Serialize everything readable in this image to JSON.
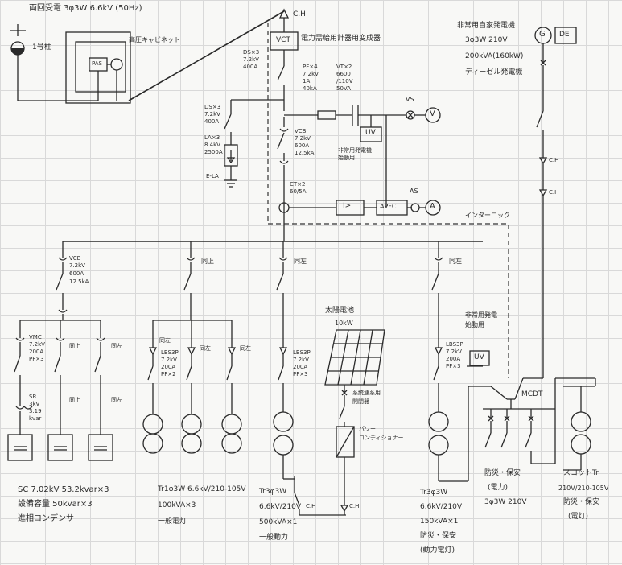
{
  "power_source": "両回受電 3φ3W 6.6kV (50Hz)",
  "pole": "1号柱",
  "cabinet": "高圧キャビネット",
  "cabinet_switch": "PAS",
  "gen_title": "非常用自家発電機",
  "gen_spec1": "3φ3W 210V",
  "gen_spec2": "200kVA(160kW)",
  "gen_spec3": "ディーゼル発電機",
  "gen_symbol": "G",
  "gen_engine": "DE",
  "ch_label": "C.H",
  "vct": "VCT",
  "vct_desc": "電力需給用計器用変成器",
  "ds_main_1": "DS×3",
  "ds_main_2": "7.2kV",
  "ds_main_3": "400A",
  "pf_1": "PF×4",
  "pf_2": "7.2kV",
  "pf_3": "1A",
  "pf_4": "40kA",
  "vt_1": "VT×2",
  "vt_2": "6600",
  "vt_3": "/110V",
  "vt_4": "50VA",
  "vs": "VS",
  "v_meter": "V",
  "ds_la_1": "DS×3",
  "ds_la_2": "7.2kV",
  "ds_la_3": "400A",
  "la_1": "LA×3",
  "la_2": "8.4kV",
  "la_3": "2500A",
  "ela": "E-LA",
  "vcb_main_1": "VCB",
  "vcb_main_2": "7.2kV",
  "vcb_main_3": "600A",
  "vcb_main_4": "12.5kA",
  "uv_relay": "UV",
  "auto_start_1": "非常用発電機",
  "auto_start_2": "始動用",
  "ct_1": "CT×2",
  "ct_2": "60/5A",
  "ocr": "I>",
  "apfc": "APFC",
  "as": "AS",
  "a_meter": "A",
  "interlock": "インターロック",
  "vcb_f1_1": "VCB",
  "vcb_f1_2": "7.2kV",
  "vcb_f1_3": "600A",
  "vcb_f1_4": "12.5kA",
  "same_above": "同左",
  "same": "同上",
  "vmc_1": "VMC",
  "vmc_2": "7.2kV",
  "vmc_3": "200A",
  "vmc_4": "PF×3",
  "sr_1": "SR",
  "sr_2": "3kV",
  "sr_3": "3.19",
  "sr_4": "kvar",
  "sc_line1": "SC 7.02kV 53.2kvar×3",
  "sc_line2": "設備容量 50kvar×3",
  "sc_line3": "進相コンデンサ",
  "lbs_a_1": "LBS3P",
  "lbs_a_2": "7.2kV",
  "lbs_a_3": "200A",
  "lbs_a_4": "PF×2",
  "tr1_line1": "Tr1φ3W 6.6kV/210-105V",
  "tr1_line2": "100kVA×3",
  "tr1_line3": "一般電灯",
  "lbs_b_1": "LBS3P",
  "lbs_b_2": "7.2kV",
  "lbs_b_3": "200A",
  "lbs_b_4": "PF×3",
  "tr3_line1": "Tr3φ3W",
  "tr3_line2": "6.6kV/210V",
  "tr3_line3": "500kVA×1",
  "tr3_line4": "一般動力",
  "solar_1": "太陽電池",
  "solar_2": "10kW",
  "system_sw_1": "系統連系用",
  "system_sw_2": "開閉器",
  "pcs_1": "パワー",
  "pcs_2": "コンディショナー",
  "lbs_c_1": "LBS3P",
  "lbs_c_2": "7.2kV",
  "lbs_c_3": "200A",
  "lbs_c_4": "PF×3",
  "tr4_line1": "Tr3φ3W",
  "tr4_line2": "6.6kV/210V",
  "tr4_line3": "150kVA×1",
  "tr4_line4": "防災・保安",
  "tr4_line5": "(動力電灯)",
  "emerg_start_1": "非常用発電",
  "emerg_start_2": "始動用",
  "uv2": "UV",
  "mcdt": "MCDT",
  "bousai_1": "防災・保安",
  "bousai_2": "(電力)",
  "bousai_3": "3φ3W 210V",
  "scott_1": "スコットTr",
  "scott_2": "210V/210-105V",
  "scott_3": "防災・保安",
  "scott_4": "(電灯)"
}
